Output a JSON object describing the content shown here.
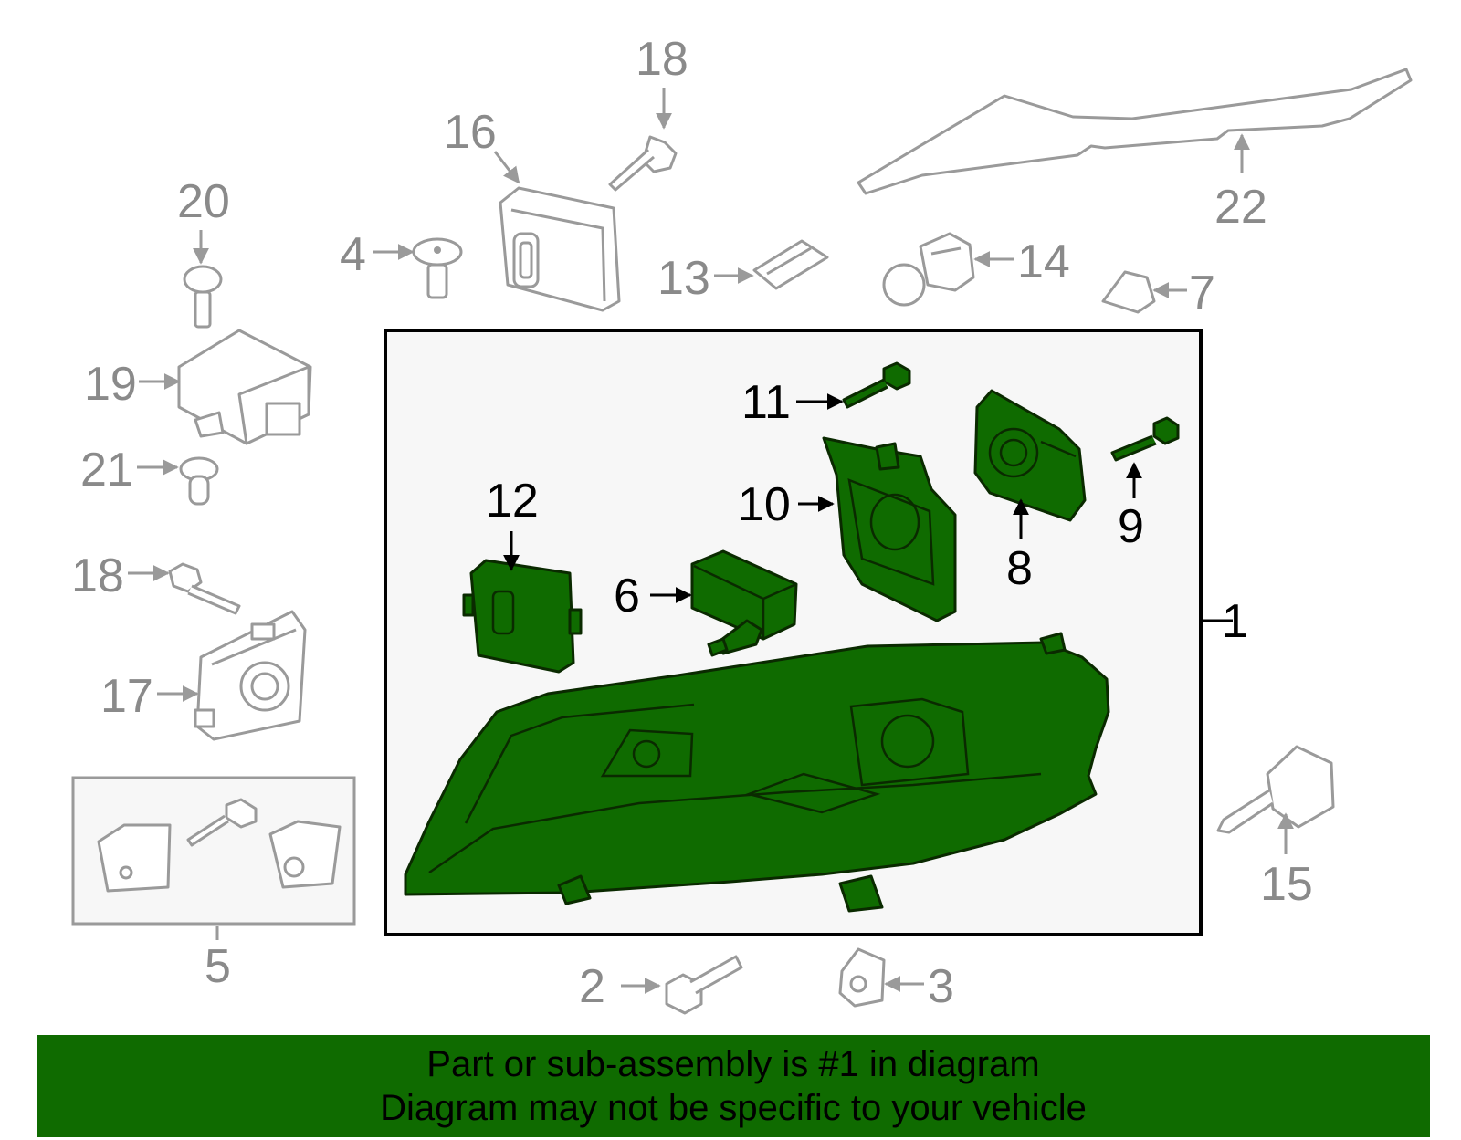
{
  "colors": {
    "highlight": "#0f6b00",
    "secondary_parts": "#9a9a9a",
    "banner_background": "#0f6b00",
    "text": "#000000"
  },
  "callouts": {
    "p1": "1",
    "p2": "2",
    "p3": "3",
    "p4": "4",
    "p5": "5",
    "p6": "6",
    "p7": "7",
    "p8": "8",
    "p9": "9",
    "p10": "10",
    "p11": "11",
    "p12": "12",
    "p13": "13",
    "p14": "14",
    "p15": "15",
    "p16": "16",
    "p17": "17",
    "p18a": "18",
    "p18b": "18",
    "p19": "19",
    "p20": "20",
    "p21": "21",
    "p22": "22"
  },
  "banner": {
    "line1": "Part or sub-assembly is #1 in diagram",
    "line2": "Diagram may not be specific to your vehicle"
  }
}
